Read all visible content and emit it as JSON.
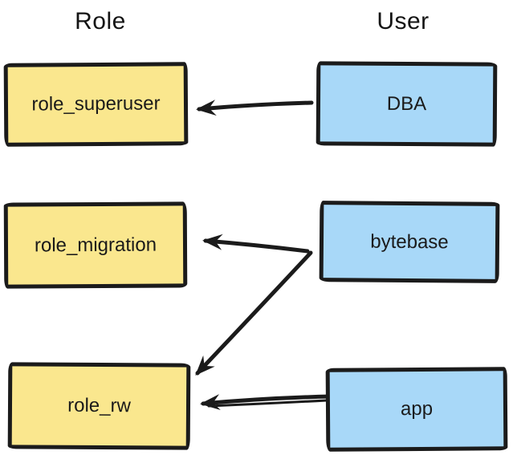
{
  "diagram": {
    "columns": [
      {
        "title": "Role"
      },
      {
        "title": "User"
      }
    ],
    "roles": [
      {
        "label": "role_superuser"
      },
      {
        "label": "role_migration"
      },
      {
        "label": "role_rw"
      }
    ],
    "users": [
      {
        "label": "DBA"
      },
      {
        "label": "bytebase"
      },
      {
        "label": "app"
      }
    ],
    "edges": [
      {
        "from": "DBA",
        "to": "role_superuser"
      },
      {
        "from": "bytebase",
        "to": "role_migration"
      },
      {
        "from": "bytebase",
        "to": "role_rw"
      },
      {
        "from": "app",
        "to": "role_rw"
      }
    ],
    "colors": {
      "role_fill": "#FAE78E",
      "user_fill": "#A8D8F8",
      "stroke": "#1B1B1B",
      "background": "#FFFFFF"
    }
  }
}
